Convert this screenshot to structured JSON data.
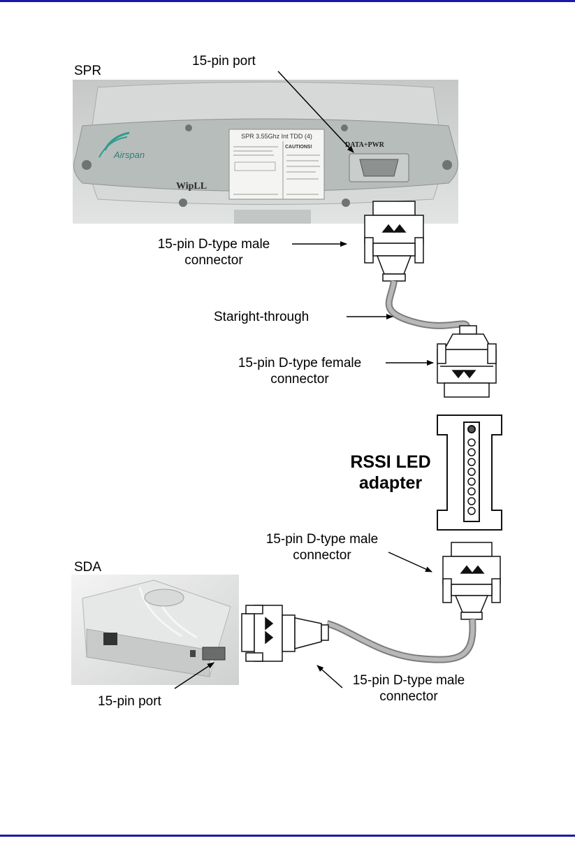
{
  "labels": {
    "spr": "SPR",
    "spr_port": "15-pin port",
    "spr_connector": [
      "15-pin D-type male",
      "connector"
    ],
    "straight_through": "Staright-through",
    "female_connector": [
      "15-pin D-type female",
      "connector"
    ],
    "rssi_adapter": [
      "RSSI LED",
      "adapter"
    ],
    "adapter_male_connector": [
      "15-pin D-type male",
      "connector"
    ],
    "sda": "SDA",
    "sda_male_connector": [
      "15-pin D-type male",
      "connector"
    ],
    "sda_port": "15-pin port"
  },
  "device_text": {
    "spr_model": "SPR 3.55Ghz Int TDD (4)",
    "spr_brand": "Airspan",
    "spr_product": "WipLL",
    "spr_port_label": "DATA+PWR",
    "spr_caution": "CAUTIONS!"
  },
  "colors": {
    "rule": "#1a1aa6",
    "cable": "#9a9a9a",
    "spr_body": "#cfd3d1",
    "sda_body": "#dcdedd"
  }
}
